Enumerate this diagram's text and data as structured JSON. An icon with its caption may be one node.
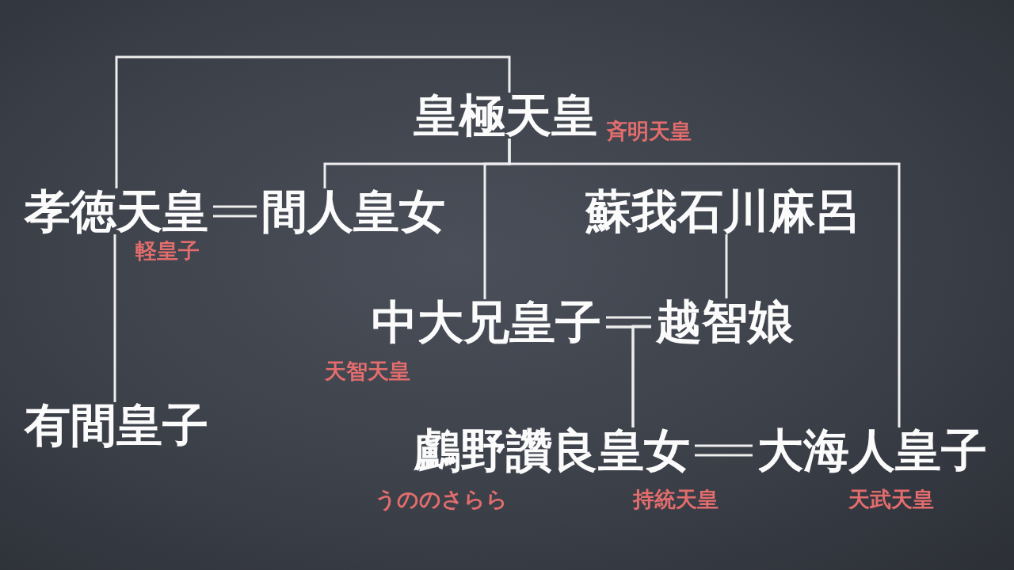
{
  "diagram": {
    "nodes": [
      {
        "text": [
          "皇極天皇"
        ],
        "beside": [
          "斉明天皇"
        ]
      },
      {
        "text": [
          "孝徳天皇"
        ],
        "beside": [
          "軽皇子"
        ]
      },
      {
        "text": [
          "間人皇女"
        ]
      },
      {
        "text": [
          "蘇我石川麻呂"
        ]
      },
      {
        "text": [
          "中大兄皇子"
        ],
        "beside": [
          "天智天皇"
        ]
      },
      {
        "text": [
          "越智娘"
        ]
      },
      {
        "text": [
          "有間皇子"
        ]
      },
      {
        "text": [
          "鸕野讚良皇女"
        ],
        "beside": [
          "うののさらら",
          "持統天皇"
        ]
      },
      {
        "text": [
          "大海人皇子"
        ],
        "beside": [
          "天武天皇"
        ]
      }
    ],
    "edges": [
      {
        "from": 0,
        "to": 1,
        "arrow": "none"
      },
      {
        "from": 0,
        "to": 2,
        "arrow": "none"
      },
      {
        "from": 0,
        "to": 4,
        "arrow": "none"
      },
      {
        "from": 0,
        "to": 8,
        "arrow": "none"
      },
      {
        "from": 1,
        "to": 2,
        "arrow": "none"
      },
      {
        "from": 1,
        "to": 6,
        "arrow": "none"
      },
      {
        "from": 3,
        "to": 5,
        "arrow": "none"
      },
      {
        "from": 4,
        "to": 5,
        "arrow": "none"
      },
      {
        "from": 4,
        "to": 7,
        "arrow": "none"
      },
      {
        "from": 5,
        "to": 7,
        "arrow": "none"
      },
      {
        "from": 7,
        "to": 8,
        "arrow": "none"
      }
    ]
  }
}
